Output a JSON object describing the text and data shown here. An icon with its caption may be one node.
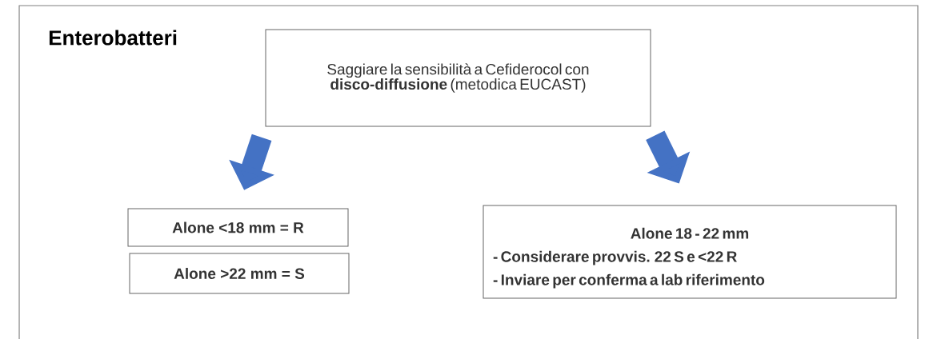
{
  "diagram": {
    "title": "Enterobatteri",
    "nodes": [
      {
        "text": [
          "Saggiare la sensibilità a Cefiderocol con **disco-diffusione** (metodica EUCAST)"
        ]
      },
      {
        "text": [
          "Alone <18 mm = R"
        ]
      },
      {
        "text": [
          "Alone >22 mm = S"
        ]
      },
      {
        "text": [
          "Alone 18 - 22 mm",
          "- Considerare provvis. 22 S e <22 R",
          "- Inviare per conferma a lab riferimento"
        ]
      }
    ],
    "edges": [
      {
        "from": 0,
        "to": 1,
        "arrow": "to"
      },
      {
        "from": 0,
        "to": 3,
        "arrow": "to"
      }
    ]
  }
}
